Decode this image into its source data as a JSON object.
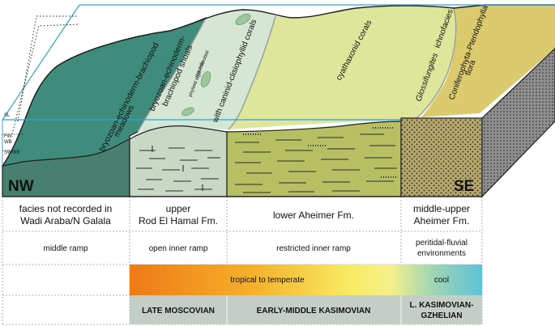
{
  "labels": {
    "sl": "SL",
    "fwwb_1": "FW-",
    "fwwb_2": "WB",
    "swwb": "SWWB",
    "nw": "NW",
    "se": "SE"
  },
  "facies": {
    "meadows_1": "bryozoan-echinoderm-brachiopod",
    "meadows_2": "meadows",
    "shoals_1": "bryozoan-echinoderm-",
    "shoals_2": "brachiopod shoals",
    "mounds_1": "phylloid algal-microbial",
    "mounds_2": "mounds",
    "corals_1": "with caninid-clisiophyllid corals",
    "cyathaxonid": "cyathaxonid corals",
    "glossifungites": "Glossifungites",
    "ichnofacies": "ichnofacies",
    "flora_1": "Coniferophyta-Pteridophylla",
    "flora_2": "flora"
  },
  "formations": {
    "col1_1": "facies not recorded in",
    "col1_2": "Wadi Araba/N Galala",
    "col2_1": "upper",
    "col2_2": "Rod El Hamal Fm.",
    "col3": "lower Aheimer Fm.",
    "col4_1": "middle-upper",
    "col4_2": "Aheimer Fm."
  },
  "environments": {
    "col1": "middle ramp",
    "col2": "open inner ramp",
    "col3": "restricted inner ramp",
    "col4_1": "peritidal-fluvial",
    "col4_2": "environments"
  },
  "climate": {
    "warm": "tropical to temperate",
    "cool": "cool"
  },
  "ages": {
    "col2": "LATE MOSCOVIAN",
    "col3": "EARLY-MIDDLE KASIMOVIAN",
    "col4_1": "L. KASIMOVIAN-",
    "col4_2": "GZHELIAN"
  },
  "colors": {
    "meadows": "#3f8c7c",
    "shoals": "#d6e6d4",
    "restricted": "#dde69a",
    "flora": "#dccb6e",
    "sea_line": "#2aa5dc",
    "front_meadows": "#47806e",
    "front_shoals": "#c9d8c4",
    "front_restricted": "#b7bf63",
    "front_flora": "#b5a66a",
    "age_fill": "#c5cec6"
  }
}
